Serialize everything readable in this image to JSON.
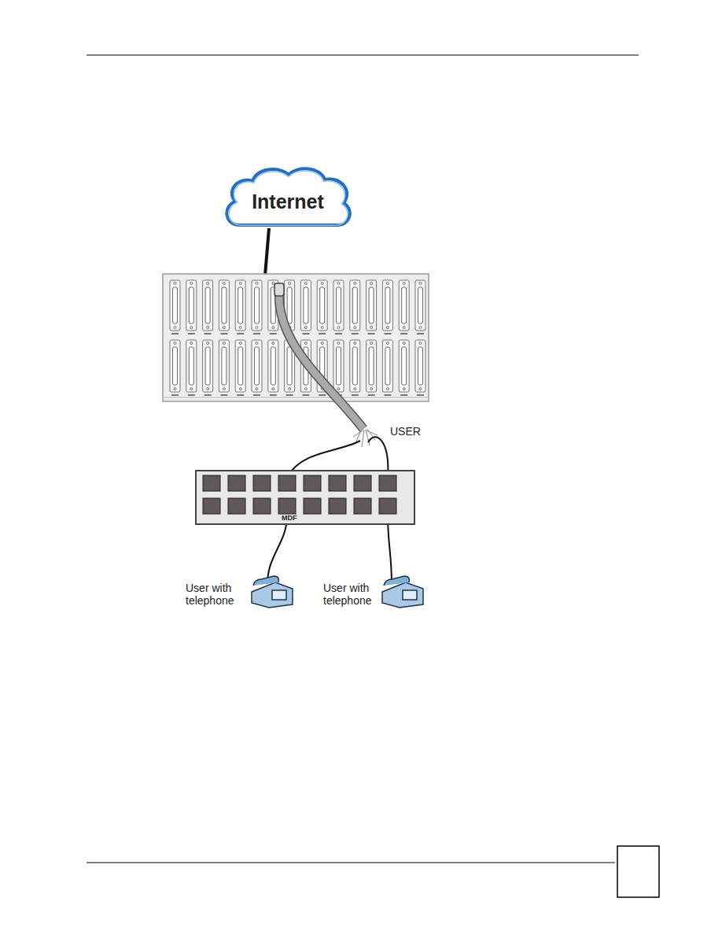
{
  "diagram": {
    "nodes": [
      {
        "text": [
          "Internet"
        ]
      },
      {
        "text": [
          "MDF"
        ]
      }
    ],
    "labels": [
      "USER",
      "User with telephone",
      "User with telephone"
    ]
  }
}
